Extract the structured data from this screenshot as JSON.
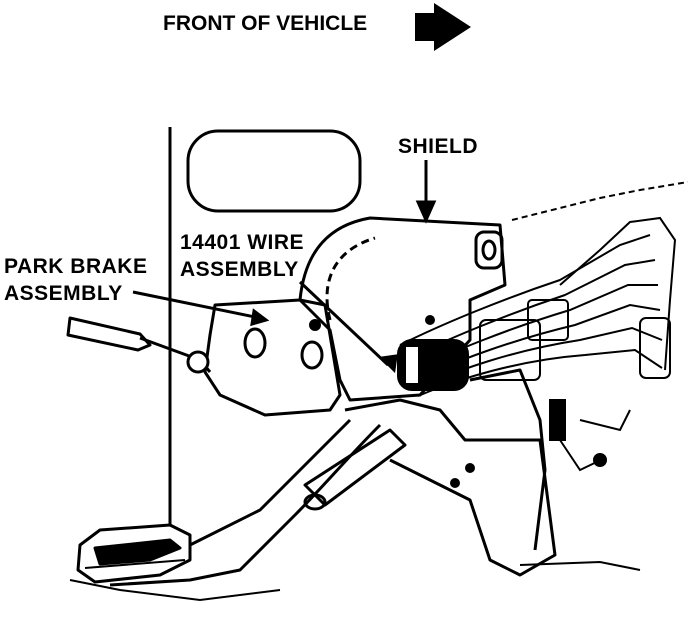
{
  "labels": {
    "front": "FRONT OF VEHICLE",
    "shield": "SHIELD",
    "wire_line1": "14401 WIRE",
    "wire_line2": "ASSEMBLY",
    "park_line1": "PARK BRAKE",
    "park_line2": "ASSEMBLY"
  },
  "icons": {
    "direction_arrow": "arrow-right-icon"
  },
  "colors": {
    "ink": "#000000",
    "paper": "#ffffff"
  }
}
